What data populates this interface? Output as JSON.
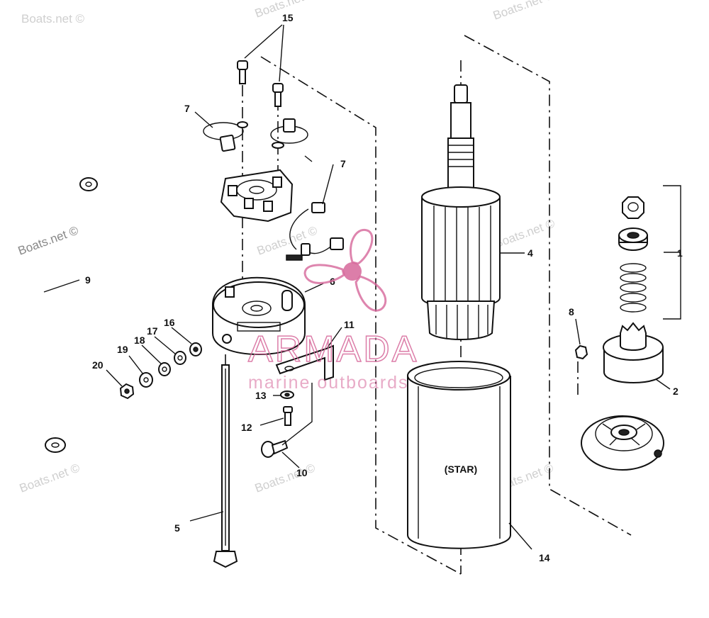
{
  "callouts": {
    "c1": "1",
    "c2": "2",
    "c4": "4",
    "c5": "5",
    "c6": "6",
    "c7a": "7",
    "c7b": "7",
    "c8": "8",
    "c9": "9",
    "c10": "10",
    "c11": "11",
    "c12": "12",
    "c13": "13",
    "c14": "14",
    "c15": "15",
    "c16": "16",
    "c17": "17",
    "c18": "18",
    "c19": "19",
    "c20": "20"
  },
  "housing_label": "(STAR)",
  "watermark": {
    "site": "Boats.net ©",
    "brand": "ARMADA",
    "tagline": "marine outboards",
    "brand_color": "#d6679a"
  }
}
